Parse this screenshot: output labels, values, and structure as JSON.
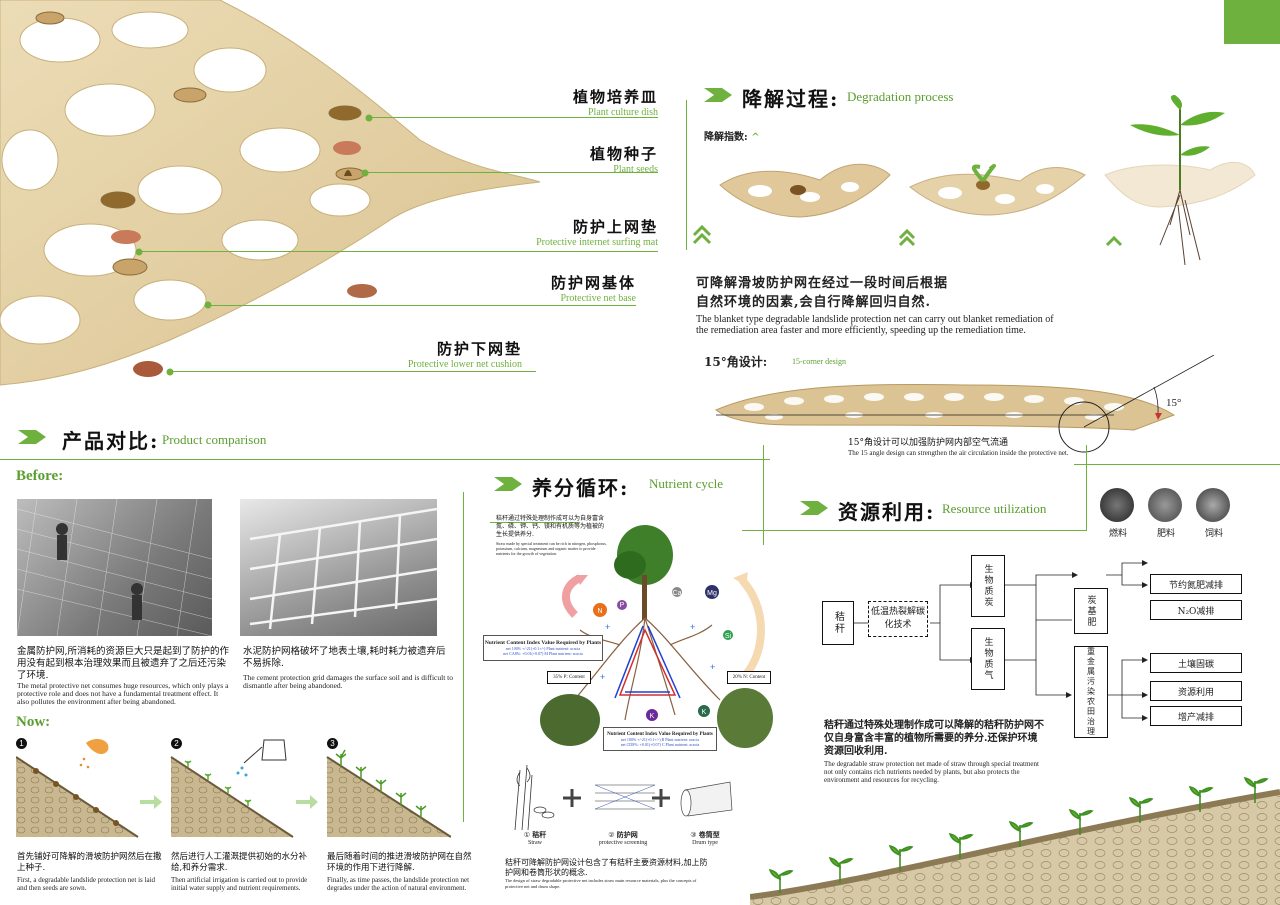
{
  "colors": {
    "accent": "#6fb13f",
    "mesh": "#e2cfa3",
    "dark": "#111111"
  },
  "hero": {
    "labels": [
      {
        "cn": "植物培养皿",
        "en": "Plant culture dish"
      },
      {
        "cn": "植物种子",
        "en": "Plant seeds"
      },
      {
        "cn": "防护上网垫",
        "en": "Protective internet surfing mat"
      },
      {
        "cn": "防护网基体",
        "en": "Protective net base"
      },
      {
        "cn": "防护下网垫",
        "en": "Protective lower net cushion"
      }
    ]
  },
  "degradation": {
    "title_cn": "降解过程:",
    "title_en": "Degradation process",
    "index_label": "降解指数:",
    "desc_cn_1": "可降解滑坡防护网在经过一段时间后根据",
    "desc_cn_2": "自然环境的因素,会自行降解回归自然.",
    "desc_en": "The blanket type degradable landslide protection net can carry out blanket remediation of the remediation area faster and more efficiently, speeding up the remediation time."
  },
  "corner": {
    "title_cn": "15°角设计:",
    "title_en": "15-corner design",
    "angle_label": "15°",
    "note_cn": "15°角设计可以加强防护网内部空气流通",
    "note_en": "The 15 angle design can strengthen the air circulation inside the protective net."
  },
  "comparison": {
    "title_cn": "产品对比:",
    "title_en": "Product comparison",
    "before_label": "Before:",
    "now_label": "Now:",
    "before_items": [
      {
        "cn": "金属防护网,所消耗的资源巨大只是起到了防护的作用没有起到根本治理效果而且被遗弃了之后还污染了环境.",
        "en": "The metal protective net consumes huge resources, which only plays a protective role and does not have a fundamental treatment effect. It also pollutes the environment after being abandoned."
      },
      {
        "cn": "水泥防护网格破坏了地表土壤,耗时耗力被遗弃后不易拆除.",
        "en": "The cement protection grid damages the surface soil and is difficult to dismantle after being abandoned."
      }
    ],
    "steps": [
      {
        "num": "1",
        "cn": "首先铺好可降解的滑坡防护网然后在撒上种子.",
        "en": "First, a degradable landslide protection net is laid and then seeds are sown."
      },
      {
        "num": "2",
        "cn": "然后进行人工灌溉提供初始的水分补给,和养分需求.",
        "en": "Then artificial irrigation is carried out to provide initial water supply and nutrient requirements."
      },
      {
        "num": "3",
        "cn": "最后随着时间的推进滑坡防护网在自然环境的作用下进行降解.",
        "en": "Finally, as time passes, the landslide protection net degrades under the action of natural environment."
      }
    ]
  },
  "nutrient": {
    "title_cn": "养分循环:",
    "title_en": "Nutrient cycle",
    "intro_cn": "秸秆通过特殊处理制作成可以为自身富含氮、磷、钾、钙、镁和有机质等为植被的生长提供养分.",
    "intro_en": "Straw made by special treatment can be rich in nitrogen, phosphorus, potassium, calcium, magnesium and organic matter to provide nutrients for the growth of vegetation.",
    "box_top_title": "Nutrient Content Index Value Required by Plants",
    "box_top_line1": "net 100% +/-21(+0.1+/-) Plant nutrient: acacia",
    "box_top_line2": "net CA8%: +0.01(+0.07) M Plant nutrient: acacia",
    "box_bottom_title": "Nutrient Content Index Value Required by Plants",
    "box_bottom_line1": "net 100% +/-21(+0.1+/-) B Plant nutrient: acacia",
    "box_bottom_line2": "net CD8%: +0.01(+0.07) C Plant nutrient: acacia",
    "left_pct": "35% P: Content",
    "right_pct": "20% N: Content",
    "elements": [
      "N",
      "P",
      "Ca",
      "Mg",
      "K",
      "Si",
      "K"
    ],
    "materials": [
      {
        "num": "①",
        "cn": "秸秆",
        "en": "Straw"
      },
      {
        "num": "②",
        "cn": "防护网",
        "en": "protective screening"
      },
      {
        "num": "③",
        "cn": "卷筒型",
        "en": "Drum type"
      }
    ],
    "bottom_cn": "秸秆可降解防护网设计包含了有秸秆主要资源材料,加上防护网和卷筒形状的概念.",
    "bottom_en": "The design of straw degradable protective net includes straw main resource materials, plus the concepts of protective net and drum shape."
  },
  "resource": {
    "title_cn": "资源利用:",
    "title_en": "Resource utilization",
    "icons": [
      {
        "label": "燃料"
      },
      {
        "label": "肥料"
      },
      {
        "label": "饲料"
      }
    ],
    "flow": {
      "source": "秸秆",
      "tech": "低温热裂解碳化技术",
      "charcoal": "生物质炭",
      "gas": "生物质气",
      "fertilizer": "炭基肥",
      "metal": "重金属污染农田治理",
      "out1": "节约氮肥减排",
      "out2": "N₂O减排",
      "out3": "土壤固碳",
      "out4": "资源利用",
      "out5": "增产减排"
    },
    "desc_cn": "秸秆通过特殊处理制作成可以降解的秸秆防护网不仅自身富含丰富的植物所需要的养分.还保护环境资源回收利用.",
    "desc_en": "The degradable straw protection net made of straw through special treatment not only contains rich nutrients needed by plants, but also protects the environment and resources for recycling."
  }
}
